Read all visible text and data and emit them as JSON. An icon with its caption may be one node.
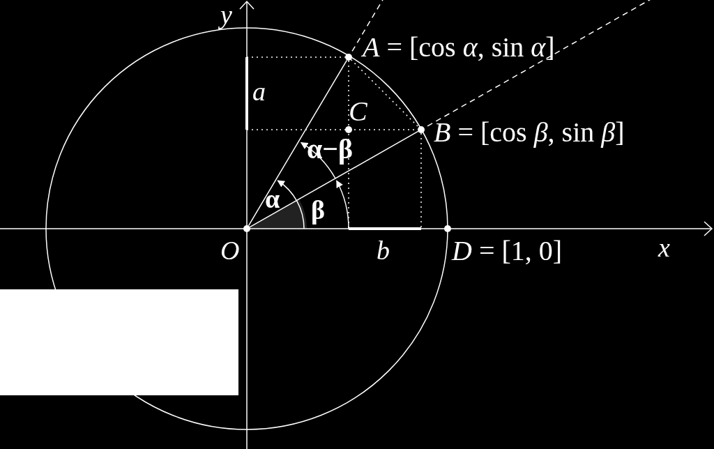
{
  "diagram": {
    "nodes": [
      {
        "text": [],
        "shape": "circle",
        "beside": [
          "*O*"
        ]
      },
      {
        "text": [],
        "shape": "circle",
        "beside": [
          "*A* = [cos *α*, sin *α*]"
        ]
      },
      {
        "text": [],
        "shape": "circle",
        "beside": [
          "*C*"
        ]
      },
      {
        "text": [],
        "shape": "circle",
        "beside": [
          "*B* = [cos *β*, sin *β*]"
        ]
      },
      {
        "text": [],
        "shape": "circle",
        "beside": [
          "*D* = [1, 0]"
        ]
      }
    ],
    "edges": [
      {
        "from": 0,
        "to": 1,
        "arrow": "none"
      },
      {
        "from": 0,
        "to": 3,
        "arrow": "none"
      },
      {
        "from": 1,
        "to": 3,
        "arrow": "none",
        "style": "dashed"
      }
    ],
    "labels": [
      "y",
      "a",
      "α−β",
      "α",
      "β",
      "b",
      "x"
    ]
  }
}
